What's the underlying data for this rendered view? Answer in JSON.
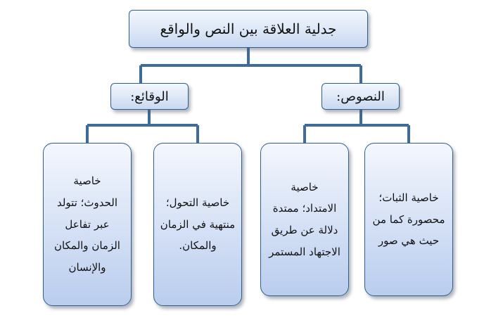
{
  "colors": {
    "line": "#3d6b9a",
    "border": "#2f5f8f",
    "fill_top": "#f3f7fd",
    "fill_bottom": "#c9d9f1"
  },
  "root": {
    "label": "جدلية العلاقة بين النص والواقع"
  },
  "branches": {
    "texts": {
      "label": "النصوص:",
      "children": [
        {
          "lines": [
            "خاصية الثبات؛",
            "محصورة كما من",
            "حيث هي صور"
          ]
        },
        {
          "lines": [
            "خاصية",
            "الامتداد؛ ممتدة",
            "دلالة عن طريق",
            "الاجتهاد المستمر"
          ]
        }
      ]
    },
    "reality": {
      "label": "الوقائع:",
      "children": [
        {
          "lines": [
            "خاصية التحول؛",
            "منتهية في الزمان",
            "والمكان."
          ]
        },
        {
          "lines": [
            "خاصية",
            "الحدوث؛ تتولد",
            "عبر تفاعل",
            "الزمان والمكان",
            "والإنسان"
          ]
        }
      ]
    }
  }
}
